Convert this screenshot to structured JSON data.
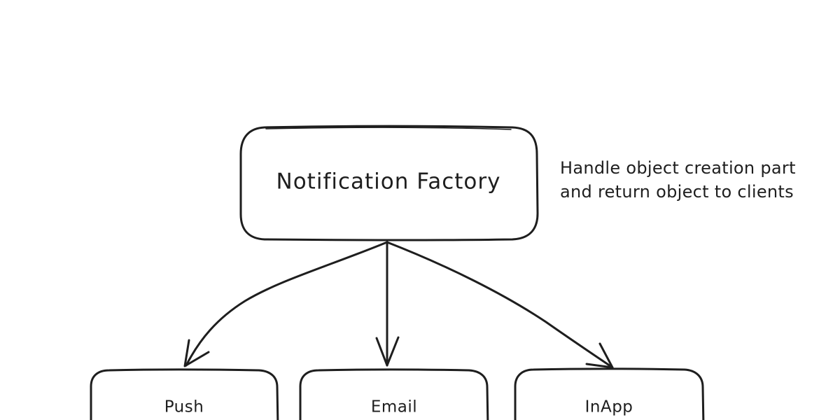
{
  "diagram": {
    "factory": {
      "label": "Notification Factory"
    },
    "annotation": {
      "line1": "Handle object creation part",
      "line2": "and return object to clients"
    },
    "products": [
      {
        "label": "Push"
      },
      {
        "label": "Email"
      },
      {
        "label": "InApp"
      }
    ],
    "colors": {
      "stroke": "#1e1e1e",
      "background": "#ffffff"
    }
  }
}
